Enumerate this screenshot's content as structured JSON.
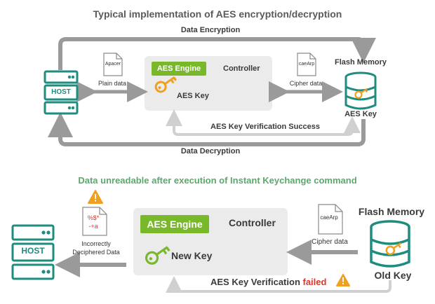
{
  "colors": {
    "accent_green": "#78b82a",
    "host_teal": "#1e8c7e",
    "arrow_gray": "#9a9a9a",
    "arrow_light": "#d0d0d0",
    "key_orange": "#f0a020",
    "failed_red": "#d9382d",
    "subtitle_green": "#5aa86e"
  },
  "top": {
    "title": "Typical implementation of AES encryption/decryption",
    "encryption_label": "Data Encryption",
    "decryption_label": "Data Decryption",
    "host_label": "HOST",
    "plain_doc_text": "Apacer",
    "plain_label": "Plain data",
    "cipher_doc_text": "caeArp",
    "cipher_label": "Cipher data",
    "engine_label": "AES Engine",
    "controller_label": "Controller",
    "key_label": "AES Key",
    "flash_label": "Flash Memory",
    "flash_key_label": "AES Key",
    "verify_label": "AES Key Verification Success",
    "icons": [
      "host-server-icon",
      "document-icon",
      "key-icon",
      "database-icon"
    ]
  },
  "bottom": {
    "title": "Data unreadable after execution of Instant Keychange command",
    "host_label": "HOST",
    "garbled_line1": "%$*",
    "garbled_line2": "-+a",
    "incorrect_line1": "Incorrectly",
    "incorrect_line2": "Deciphered Data",
    "engine_label": "AES Engine",
    "controller_label": "Controller",
    "key_label": "New Key",
    "cipher_doc_text": "caeArp",
    "cipher_label": "Cipher data",
    "flash_label": "Flash Memory",
    "flash_key_label": "Old Key",
    "verify_prefix": "AES Key Verification ",
    "verify_failed": "failed",
    "icons": [
      "host-server-icon",
      "warning-icon",
      "document-icon",
      "key-icon",
      "database-icon"
    ]
  }
}
